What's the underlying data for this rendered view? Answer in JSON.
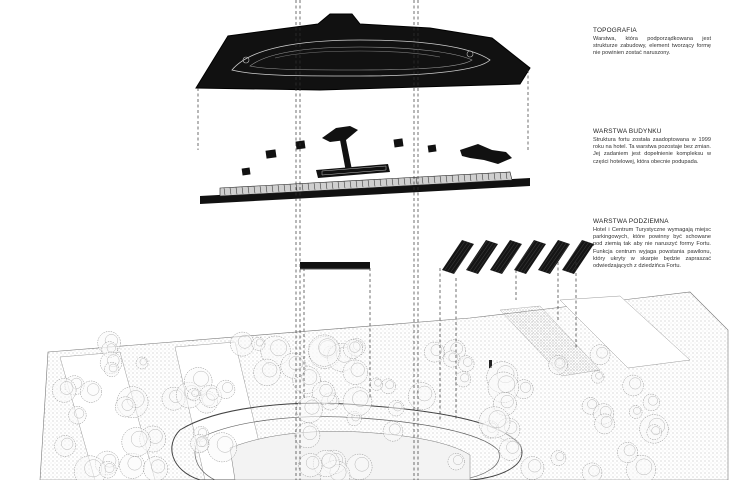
{
  "layers": [
    {
      "id": "topografia",
      "title": "TOPOGRAFIA",
      "text": "Warstwa, która podporządkowana jest strukturze zabudowy, element tworzący formę nie powinien zostać naruszony."
    },
    {
      "id": "budynku",
      "title": "WARSTWA BUDYNKU",
      "text": "Struktura fortu została zaadoptowana w 1999 roku na hotel. Ta warstwa pozostaje bez zmian. Jej zadaniem jest dopełnienie kompleksu w części hotelowej, która obecnie podupada."
    },
    {
      "id": "podziemna",
      "title": "WARSTWA PODZIEMNA",
      "text": "Hotel i Centrum Turystyczne wymagają miejsc parkingowych, które powinny być schowane pod ziemią tak aby nie naruszyć formy Fortu. Funkcja centrum wyjaga powstania pawilonu, który ukryty w skarpie będzie zapraszać odwiedzających z dziedzińca Fortu."
    }
  ],
  "colors": {
    "ink": "#111111",
    "line": "#2a2a2a",
    "hatch": "#bdbdbd",
    "paper": "#ffffff"
  }
}
